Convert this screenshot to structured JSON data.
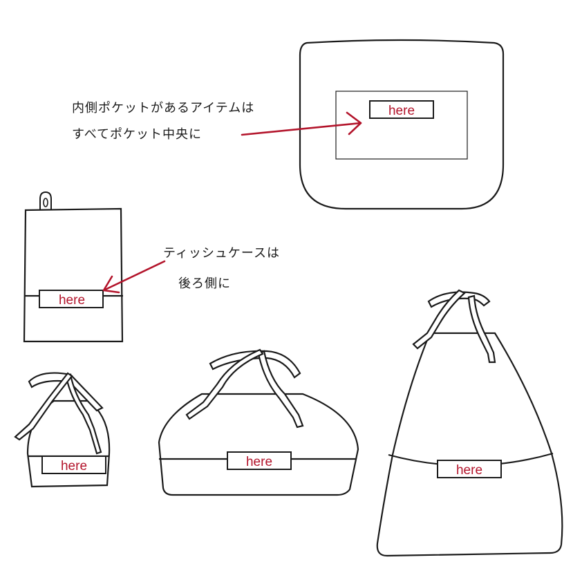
{
  "notes": {
    "inner_pocket_line1": "内側ポケットがあるアイテムは",
    "inner_pocket_line2": "すべてポケット中央に",
    "tissue_line1": "ティッシュケースは",
    "tissue_line2": "後ろ側に"
  },
  "tags": {
    "pouch": "here",
    "tissue_case": "here",
    "small_drawstring": "here",
    "lunch_bag": "here",
    "large_drawstring": "here"
  },
  "colors": {
    "label_text": "#b3142b",
    "arrow": "#b3142b",
    "line": "#1a1a1a"
  }
}
